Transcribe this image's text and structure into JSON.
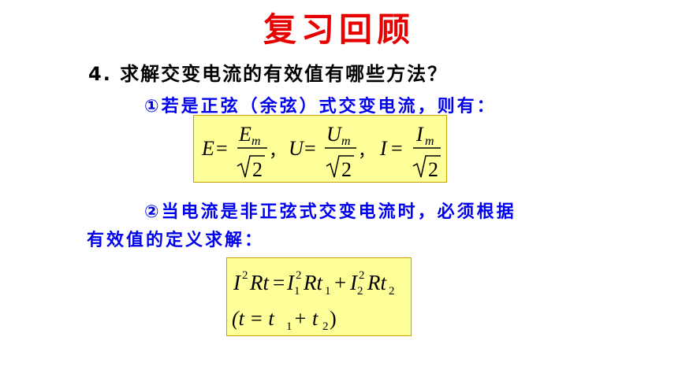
{
  "header": {
    "title": "复习回顾"
  },
  "question": {
    "text": "4. 求解交变电流的有效值有哪些方法？"
  },
  "method1": {
    "text": "①若是正弦（余弦）式交变电流，则有："
  },
  "formula1": {
    "e_sym": "E",
    "e_num": "E",
    "e_sub": "m",
    "u_sym": "U",
    "u_num": "U",
    "u_sub": "m",
    "i_sym": "I",
    "i_num": "I",
    "i_sub": "m",
    "eq": "=",
    "sep": "，",
    "root_arg": "2"
  },
  "method2": {
    "line1": "②当电流是非正弦式交变电流时，必须根据",
    "line2": "有效值的定义求解："
  },
  "formula2": {
    "I": "I",
    "sup": "2",
    "Rt": "Rt",
    "eq": "=",
    "I1": "I",
    "sub1": "1",
    "sup1": "2",
    "Rt1": "Rt",
    "t_sub1": "1",
    "plus": "+",
    "I2": "I",
    "sub2": "2",
    "sup2": "2",
    "Rt2": "Rt",
    "t_sub2": "2",
    "cond_open": "(t = t",
    "cond_sub1": "1",
    "cond_plus": " + t",
    "cond_sub2": "2",
    "cond_close": ")"
  },
  "colors": {
    "title": "#e60000",
    "question": "#000000",
    "method": "#0000ee",
    "box_fill": "#ffff99",
    "box_border": "#c8a000"
  }
}
